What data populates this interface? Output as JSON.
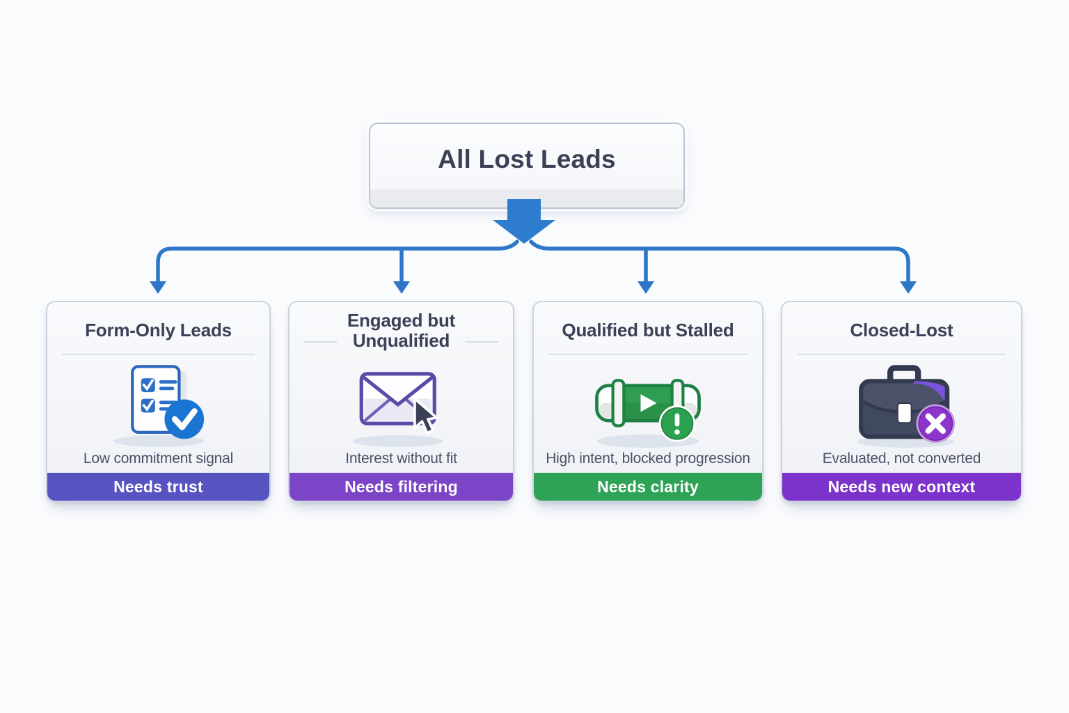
{
  "root": {
    "title": "All Lost Leads"
  },
  "colors": {
    "connector_blue": "#2d76c8",
    "down_arrow_blue": "#2e7ccd",
    "card_accents": [
      "#5753c0",
      "#7c44c6",
      "#2ea255",
      "#7b33cb"
    ]
  },
  "cards": [
    {
      "title": "Form-Only Leads",
      "caption": "Low commitment signal",
      "footer": "Needs trust",
      "accent": "#5753c0",
      "icon": "checklist-check-icon"
    },
    {
      "title": "Engaged but Unqualified",
      "caption": "Interest without fit",
      "footer": "Needs filtering",
      "accent": "#7c44c6",
      "icon": "envelope-cursor-icon"
    },
    {
      "title": "Qualified but Stalled",
      "caption": "High intent, blocked progression",
      "footer": "Needs clarity",
      "accent": "#2ea255",
      "icon": "pipeline-play-alert-icon"
    },
    {
      "title": "Closed-Lost",
      "caption": "Evaluated, not converted",
      "footer": "Needs new context",
      "accent": "#7b33cb",
      "icon": "briefcase-x-icon"
    }
  ]
}
